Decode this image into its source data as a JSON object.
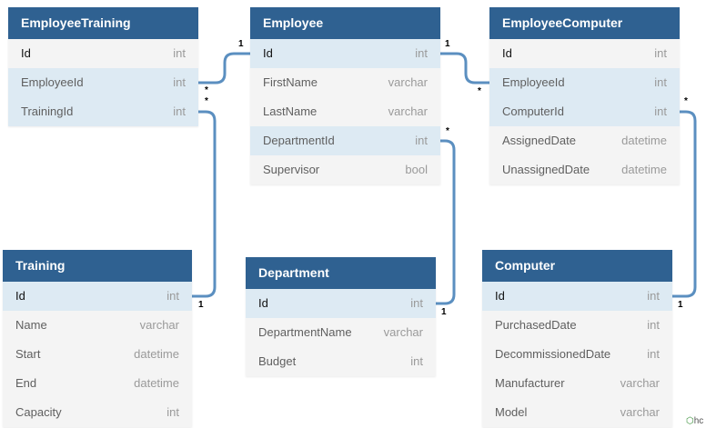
{
  "tables": [
    {
      "name": "EmployeeTraining",
      "columns": [
        {
          "name": "Id",
          "type": "int",
          "pk": true
        },
        {
          "name": "EmployeeId",
          "type": "int",
          "hl": true
        },
        {
          "name": "TrainingId",
          "type": "int",
          "hl": true
        }
      ]
    },
    {
      "name": "Employee",
      "columns": [
        {
          "name": "Id",
          "type": "int",
          "pk": true,
          "hl": true
        },
        {
          "name": "FirstName",
          "type": "varchar"
        },
        {
          "name": "LastName",
          "type": "varchar"
        },
        {
          "name": "DepartmentId",
          "type": "int",
          "hl": true
        },
        {
          "name": "Supervisor",
          "type": "bool"
        }
      ]
    },
    {
      "name": "EmployeeComputer",
      "columns": [
        {
          "name": "Id",
          "type": "int",
          "pk": true
        },
        {
          "name": "EmployeeId",
          "type": "int",
          "hl": true
        },
        {
          "name": "ComputerId",
          "type": "int",
          "hl": true
        },
        {
          "name": "AssignedDate",
          "type": "datetime"
        },
        {
          "name": "UnassignedDate",
          "type": "datetime"
        }
      ]
    },
    {
      "name": "Training",
      "columns": [
        {
          "name": "Id",
          "type": "int",
          "pk": true,
          "hl": true
        },
        {
          "name": "Name",
          "type": "varchar"
        },
        {
          "name": "Start",
          "type": "datetime"
        },
        {
          "name": "End",
          "type": "datetime"
        },
        {
          "name": "Capacity",
          "type": "int"
        }
      ]
    },
    {
      "name": "Department",
      "columns": [
        {
          "name": "Id",
          "type": "int",
          "pk": true,
          "hl": true
        },
        {
          "name": "DepartmentName",
          "type": "varchar"
        },
        {
          "name": "Budget",
          "type": "int"
        }
      ]
    },
    {
      "name": "Computer",
      "columns": [
        {
          "name": "Id",
          "type": "int",
          "pk": true,
          "hl": true
        },
        {
          "name": "PurchasedDate",
          "type": "int"
        },
        {
          "name": "DecommissionedDate",
          "type": "int"
        },
        {
          "name": "Manufacturer",
          "type": "varchar"
        },
        {
          "name": "Model",
          "type": "varchar"
        }
      ]
    }
  ],
  "cardinality": {
    "one": "1",
    "many": "*"
  },
  "branding": {
    "logo_text": "hc"
  },
  "colors": {
    "header": "#2f6191",
    "link": "#5b8fc0",
    "highlight": "#ddeaf3",
    "body": "#f4f4f4"
  }
}
